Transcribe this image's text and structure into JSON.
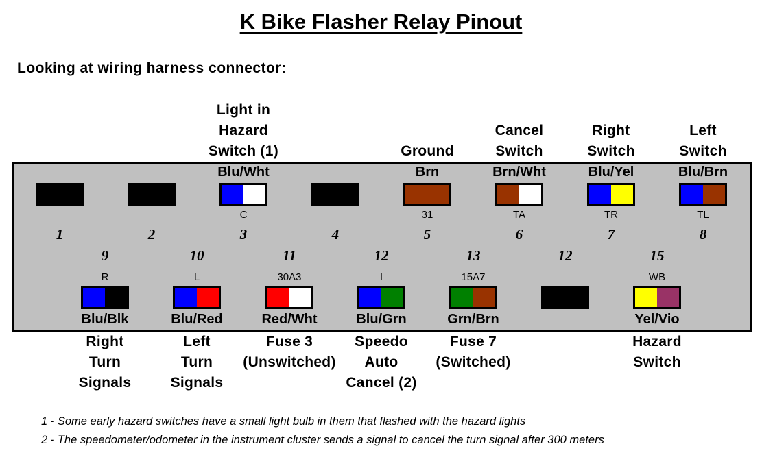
{
  "title": "K Bike Flasher Relay Pinout",
  "subtitle": "Looking at wiring harness connector:",
  "colors": {
    "connector_body": "#c0c0c0",
    "empty_pin": "#000000",
    "Blu": "#0000ff",
    "Wht": "#ffffff",
    "Brn": "#993300",
    "Yel": "#ffff00",
    "Blk": "#000000",
    "Red": "#ff0000",
    "Grn": "#008000",
    "Vio": "#993366"
  },
  "top_row": [
    {
      "pin": "1",
      "populated": false
    },
    {
      "pin": "2",
      "populated": false
    },
    {
      "pin": "3",
      "populated": true,
      "function": [
        "Light in",
        "Hazard",
        "Switch (1)"
      ],
      "wire": "Blu/Wht",
      "code": "C",
      "stripe": [
        "Blu",
        "Wht"
      ]
    },
    {
      "pin": "4",
      "populated": false
    },
    {
      "pin": "5",
      "populated": true,
      "function": [
        "Ground"
      ],
      "wire": "Brn",
      "code": "31",
      "stripe": [
        "Brn",
        "Brn"
      ]
    },
    {
      "pin": "6",
      "populated": true,
      "function": [
        "Cancel",
        "Switch"
      ],
      "wire": "Brn/Wht",
      "code": "TA",
      "stripe": [
        "Brn",
        "Wht"
      ]
    },
    {
      "pin": "7",
      "populated": true,
      "function": [
        "Right",
        "Switch"
      ],
      "wire": "Blu/Yel",
      "code": "TR",
      "stripe": [
        "Blu",
        "Yel"
      ]
    },
    {
      "pin": "8",
      "populated": true,
      "function": [
        "Left",
        "Switch"
      ],
      "wire": "Blu/Brn",
      "code": "TL",
      "stripe": [
        "Blu",
        "Brn"
      ]
    }
  ],
  "bottom_row": [
    {
      "pin": "9",
      "populated": true,
      "function": [
        "Right",
        "Turn",
        "Signals"
      ],
      "wire": "Blu/Blk",
      "code": "R",
      "stripe": [
        "Blu",
        "Blk"
      ]
    },
    {
      "pin": "10",
      "populated": true,
      "function": [
        "Left",
        "Turn",
        "Signals"
      ],
      "wire": "Blu/Red",
      "code": "L",
      "stripe": [
        "Blu",
        "Red"
      ]
    },
    {
      "pin": "11",
      "populated": true,
      "function": [
        "Fuse 3",
        "(Unswitched)"
      ],
      "wire": "Red/Wht",
      "code": "30A3",
      "stripe": [
        "Red",
        "Wht"
      ]
    },
    {
      "pin": "12",
      "populated": true,
      "function": [
        "Speedo",
        "Auto",
        "Cancel (2)"
      ],
      "wire": "Blu/Grn",
      "code": "I",
      "stripe": [
        "Blu",
        "Grn"
      ]
    },
    {
      "pin": "13",
      "populated": true,
      "function": [
        "Fuse 7",
        "(Switched)"
      ],
      "wire": "Grn/Brn",
      "code": "15A7",
      "stripe": [
        "Grn",
        "Brn"
      ]
    },
    {
      "pin": "12",
      "populated": false
    },
    {
      "pin": "15",
      "populated": true,
      "function": [
        "Hazard",
        "Switch"
      ],
      "wire": "Yel/Vio",
      "code": "WB",
      "stripe": [
        "Yel",
        "Vio"
      ]
    }
  ],
  "footnotes": [
    "1 - Some early hazard switches have a small light bulb in them that flashed with the hazard lights",
    "2 - The speedometer/odometer in the instrument cluster sends a signal to cancel the turn signal after 300 meters"
  ]
}
